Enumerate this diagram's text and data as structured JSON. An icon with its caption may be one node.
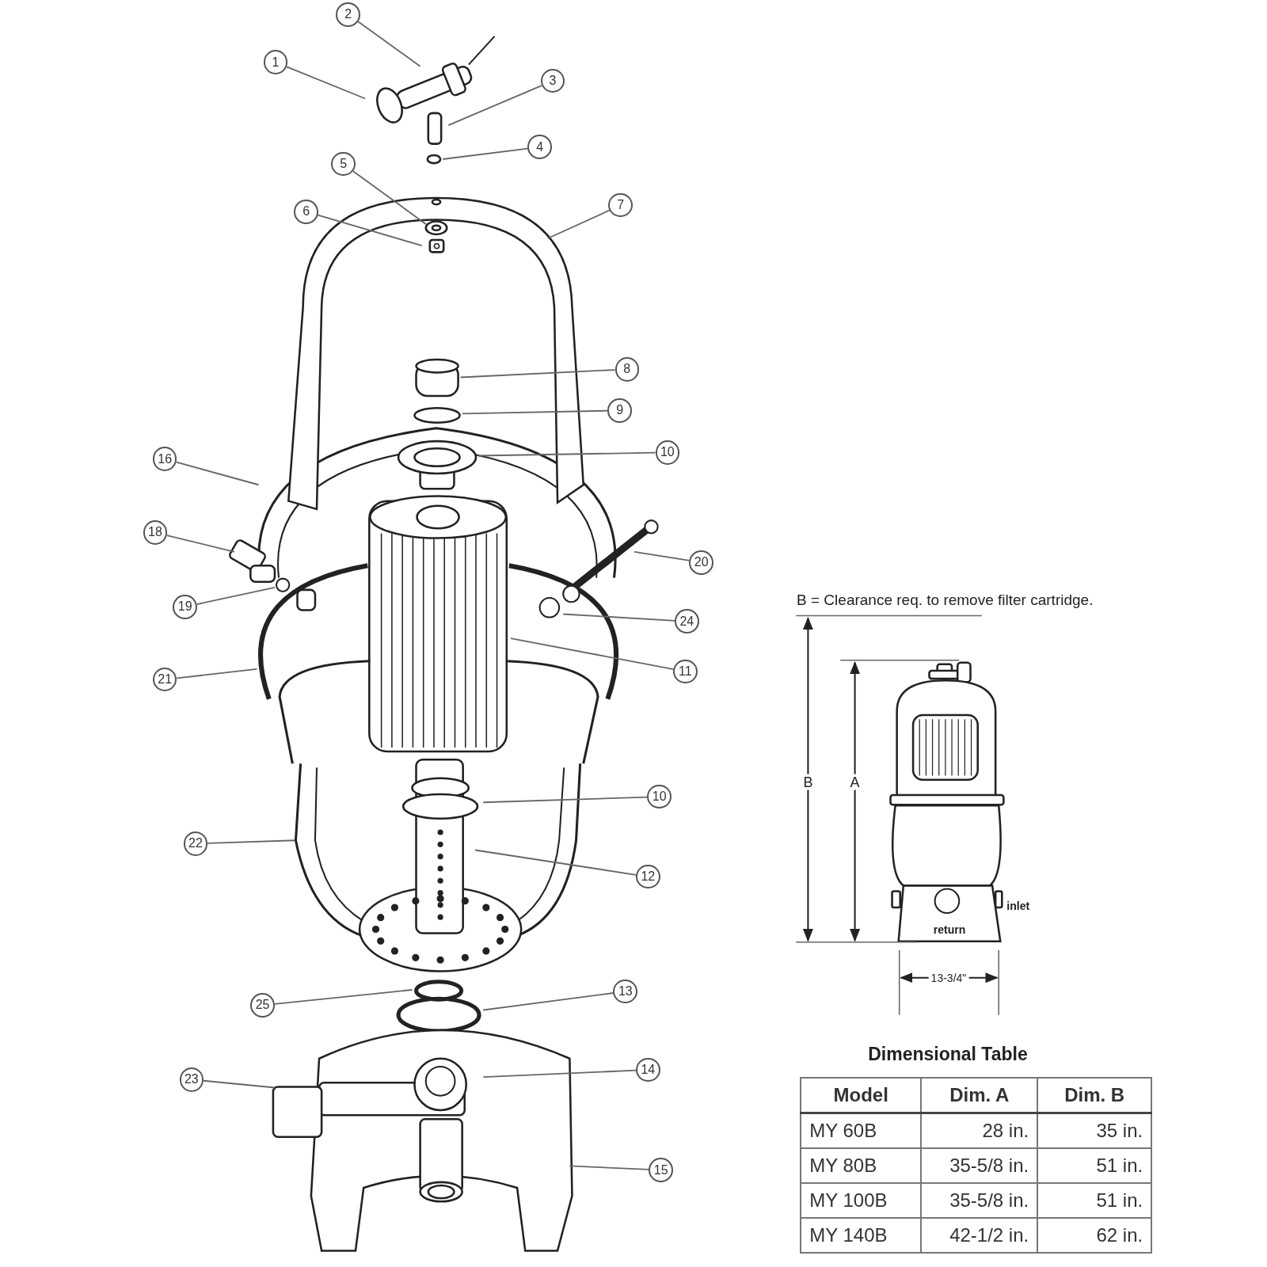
{
  "diagram": {
    "nodes": [
      {
        "text": [
          "1"
        ]
      },
      {
        "text": [
          "2"
        ]
      },
      {
        "text": [
          "3"
        ]
      },
      {
        "text": [
          "4"
        ]
      },
      {
        "text": [
          "5"
        ]
      },
      {
        "text": [
          "6"
        ]
      },
      {
        "text": [
          "7"
        ]
      },
      {
        "text": [
          "8"
        ]
      },
      {
        "text": [
          "9"
        ]
      },
      {
        "text": [
          "10"
        ]
      },
      {
        "text": [
          "16"
        ]
      },
      {
        "text": [
          "18"
        ]
      },
      {
        "text": [
          "20"
        ]
      },
      {
        "text": [
          "19"
        ]
      },
      {
        "text": [
          "24"
        ]
      },
      {
        "text": [
          "21"
        ]
      },
      {
        "text": [
          "11"
        ]
      },
      {
        "text": [
          "10"
        ]
      },
      {
        "text": [
          "22"
        ]
      },
      {
        "text": [
          "12"
        ]
      },
      {
        "text": [
          "25"
        ]
      },
      {
        "text": [
          "13"
        ]
      },
      {
        "text": [
          "23"
        ]
      },
      {
        "text": [
          "14"
        ]
      },
      {
        "text": [
          "15"
        ]
      }
    ],
    "edges": [
      {
        "from": 0,
        "to": null,
        "arrow": "none"
      },
      {
        "from": 1,
        "to": null,
        "arrow": "none"
      },
      {
        "from": 2,
        "to": null,
        "arrow": "none"
      },
      {
        "from": 3,
        "to": null,
        "arrow": "none"
      },
      {
        "from": 4,
        "to": null,
        "arrow": "none"
      },
      {
        "from": 5,
        "to": null,
        "arrow": "none"
      },
      {
        "from": 6,
        "to": null,
        "arrow": "none"
      },
      {
        "from": 7,
        "to": null,
        "arrow": "none"
      },
      {
        "from": 8,
        "to": null,
        "arrow": "none"
      },
      {
        "from": 9,
        "to": null,
        "arrow": "none"
      },
      {
        "from": 10,
        "to": null,
        "arrow": "none"
      },
      {
        "from": 11,
        "to": null,
        "arrow": "none"
      },
      {
        "from": 12,
        "to": null,
        "arrow": "none"
      },
      {
        "from": 13,
        "to": null,
        "arrow": "none"
      },
      {
        "from": 14,
        "to": null,
        "arrow": "none"
      },
      {
        "from": 15,
        "to": null,
        "arrow": "none"
      },
      {
        "from": 16,
        "to": null,
        "arrow": "none"
      },
      {
        "from": 17,
        "to": null,
        "arrow": "none"
      },
      {
        "from": 18,
        "to": null,
        "arrow": "none"
      },
      {
        "from": 19,
        "to": null,
        "arrow": "none"
      },
      {
        "from": 20,
        "to": null,
        "arrow": "none"
      },
      {
        "from": 21,
        "to": null,
        "arrow": "none"
      },
      {
        "from": 22,
        "to": null,
        "arrow": "none"
      },
      {
        "from": 23,
        "to": null,
        "arrow": "none"
      },
      {
        "from": 24,
        "to": null,
        "arrow": "none"
      }
    ],
    "labels": [
      "B = Clearance req. to remove filter cartridge.",
      "B",
      "A",
      "inlet",
      "return",
      "13-3/4\"",
      "Dimensional Table",
      "Model",
      "Dim. A",
      "Dim. B",
      "MY 60B",
      "28 in.",
      "35 in.",
      "MY 80B",
      "35-5/8 in.",
      "51 in.",
      "MY 100B",
      "35-5/8 in.",
      "51 in.",
      "MY 140B",
      "42-1/2 in.",
      "62 in."
    ]
  }
}
